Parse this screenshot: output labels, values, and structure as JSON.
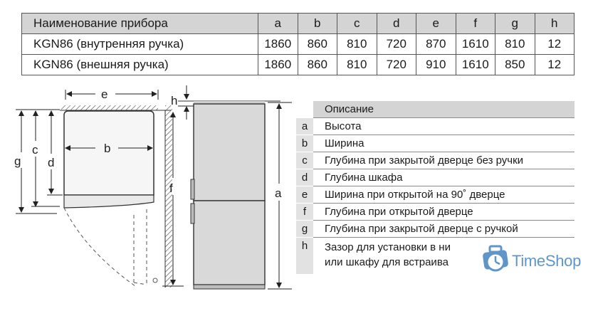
{
  "dimensions_table": {
    "columns": [
      "Наименование прибора",
      "a",
      "b",
      "c",
      "d",
      "e",
      "f",
      "g",
      "h"
    ],
    "rows": [
      [
        "KGN86 (внутренняя ручка)",
        "1860",
        "860",
        "810",
        "720",
        "870",
        "1610",
        "810",
        "12"
      ],
      [
        "KGN86 (внешняя ручка)",
        "1860",
        "860",
        "810",
        "720",
        "910",
        "1610",
        "850",
        "12"
      ]
    ]
  },
  "drawing": {
    "labels": {
      "e": "e",
      "b": "b",
      "c": "c",
      "d": "d",
      "g": "g",
      "f": "f",
      "h": "h",
      "a": "a"
    }
  },
  "legend": {
    "header": "Описание",
    "items": [
      {
        "key": "a",
        "text": "Высота"
      },
      {
        "key": "b",
        "text": "Ширина"
      },
      {
        "key": "c",
        "text": "Глубина при закрытой дверце без ручки"
      },
      {
        "key": "d",
        "text": "Глубина шкафа"
      },
      {
        "key": "e",
        "text": "Ширина при открытой на 90˚ дверце"
      },
      {
        "key": "f",
        "text": "Глубина при открытой дверце"
      },
      {
        "key": "g",
        "text": "Глубина при закрытой дверце с ручкой"
      },
      {
        "key": "h",
        "text": "Зазор для установки в ни",
        "text2": "или шкафу для встраива"
      }
    ]
  },
  "watermark": {
    "text": "TimeShop",
    "icon": "clock-suitcase-icon",
    "color": "#5f95c9"
  }
}
